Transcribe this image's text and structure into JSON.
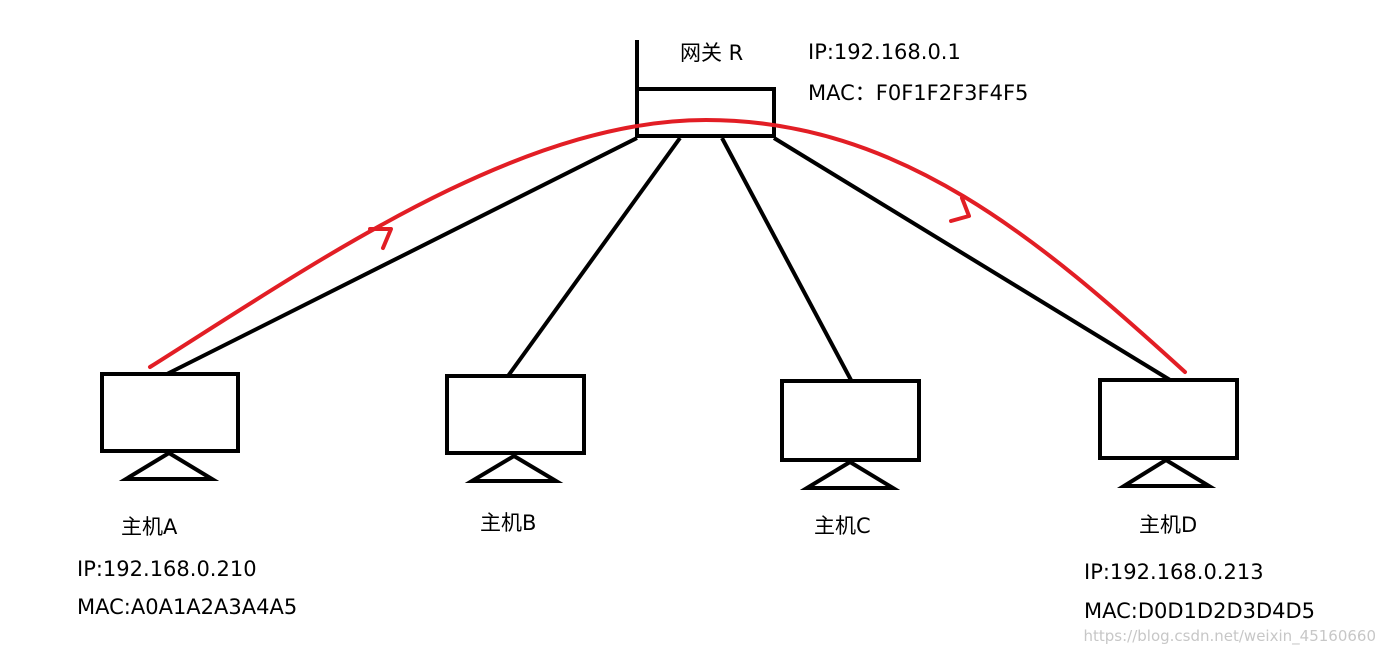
{
  "gateway": {
    "name": "网关 R",
    "ip": "IP:192.168.0.1",
    "mac": "MAC：F0F1F2F3F4F5"
  },
  "hosts": [
    {
      "name": "主机A",
      "ip": "IP:192.168.0.210",
      "mac": "MAC:A0A1A2A3A4A5"
    },
    {
      "name": "主机B"
    },
    {
      "name": "主机C"
    },
    {
      "name": "主机D",
      "ip": "IP:192.168.0.213",
      "mac": "MAC:D0D1D2D3D4D5"
    }
  ],
  "colors": {
    "line": "#000000",
    "path": "#e21e25",
    "background": "#ffffff"
  },
  "watermark": "https://blog.csdn.net/weixin_45160660"
}
